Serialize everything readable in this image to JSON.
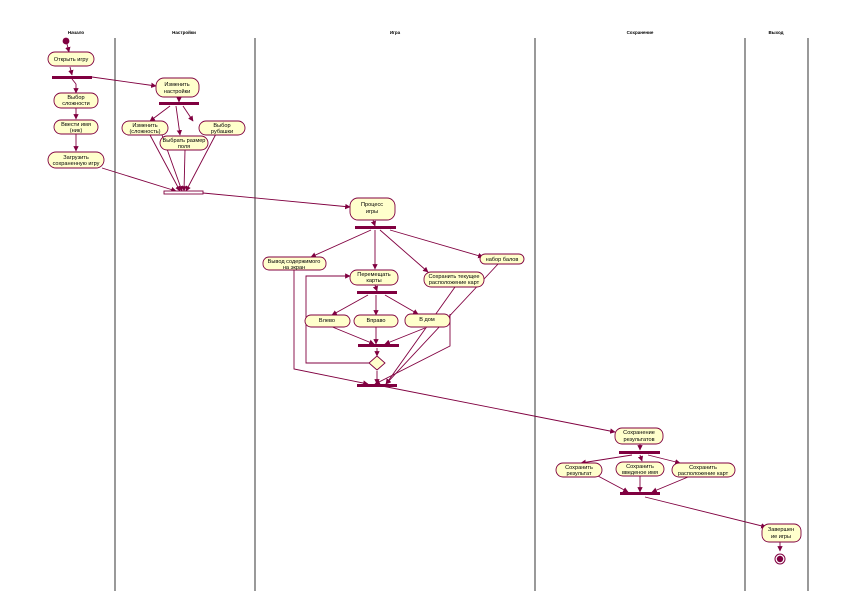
{
  "lanes": [
    "Начало",
    "Настройки",
    "Игра",
    "Сохранение",
    "Выход"
  ],
  "nodes": {
    "open_game": [
      "Открыть игру"
    ],
    "choose_difficulty": [
      "Выбор",
      "сложности"
    ],
    "enter_name": [
      "Ввести имя",
      "(ник)"
    ],
    "load_saved": [
      "Загрузить",
      "сохраненную игру"
    ],
    "change_settings": [
      "Изменить",
      "настройки"
    ],
    "change_difficulty": [
      "Изменить",
      "(сложность)"
    ],
    "choose_shirt": [
      "Выбор",
      "рубашки"
    ],
    "choose_field_size": [
      "Выбрать размер",
      "поля"
    ],
    "game_process": [
      "Процесс",
      "игры"
    ],
    "show_table_content": [
      "Вывод содержимого",
      "на экран"
    ],
    "move_cards": [
      "Перемещать",
      "карты"
    ],
    "save_layout": [
      "Сохранить текущее",
      "расположение карт"
    ],
    "score": [
      "набор балов"
    ],
    "left": [
      "Влево"
    ],
    "right": [
      "Вправо"
    ],
    "home": [
      "В дом"
    ],
    "save_results": [
      "Сохранение",
      "результатов"
    ],
    "save_result": [
      "Сохранить",
      "результат"
    ],
    "save_entered_name": [
      "Сохранить",
      "введеное имя"
    ],
    "save_card_layout": [
      "Сохранить",
      "расположение карт"
    ],
    "end_game": [
      "Завершен",
      "ие игры"
    ]
  },
  "colors": {
    "fill": "#ffffcc",
    "stroke": "#800040",
    "lane": "#000000"
  }
}
